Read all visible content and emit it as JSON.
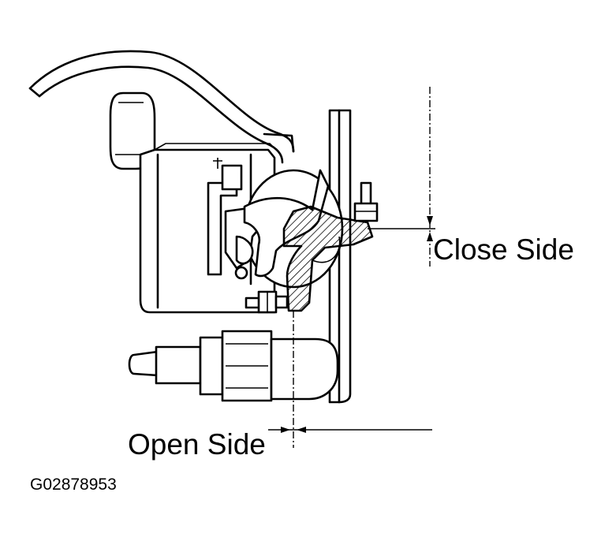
{
  "labels": {
    "close_side": "Close Side",
    "open_side": "Open Side",
    "figure_code": "G02878953"
  },
  "colors": {
    "line": "#000000",
    "background": "#ffffff"
  }
}
